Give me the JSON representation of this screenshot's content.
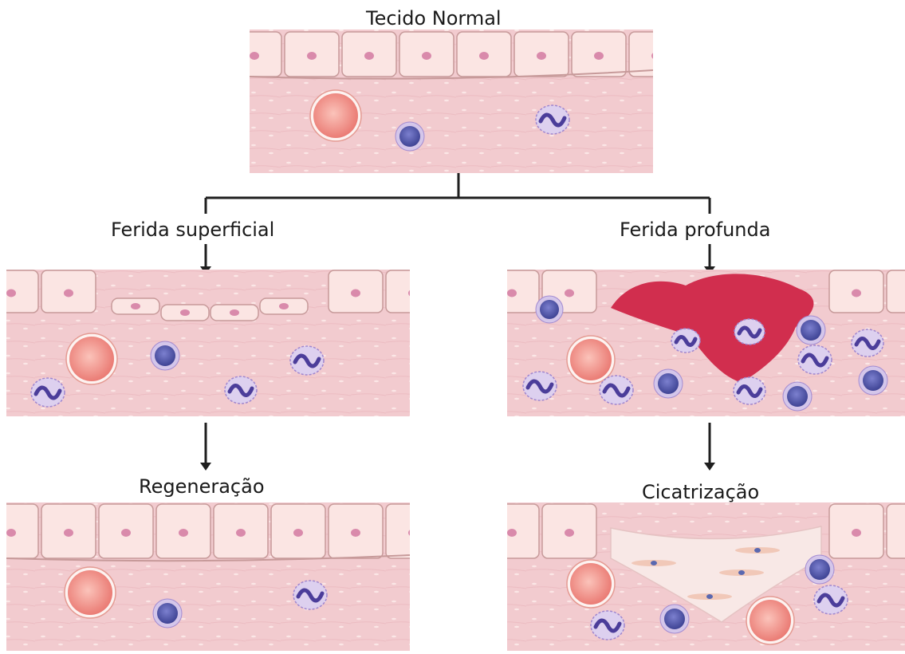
{
  "labels": {
    "normal": "Tecido Normal",
    "superficial": "Ferida superficial",
    "deep": "Ferida profunda",
    "regeneration": "Regeneração",
    "scarring": "Cicatrização"
  },
  "colors": {
    "tissue": "#f2cbcf",
    "epithelium": "#fbe5e3",
    "nucleus": "#d98aab",
    "blood_cell": "#f08f8a",
    "lymphocyte": "#4f56ad",
    "neutrophil": "#a07cc6",
    "clot": "#d12e4e",
    "scar": "#f8e8e6",
    "connector": "#1f1f1f"
  }
}
